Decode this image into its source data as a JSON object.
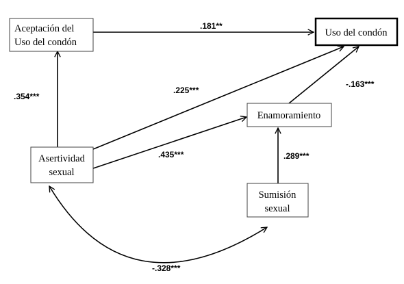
{
  "nodes": {
    "aceptacion": {
      "line1": "Aceptación del",
      "line2": "Uso del condón"
    },
    "uso": {
      "label": "Uso del condón"
    },
    "asertividad": {
      "line1": "Asertividad",
      "line2": "sexual"
    },
    "enamoramiento": {
      "label": "Enamoramiento"
    },
    "sumision": {
      "line1": "Sumisión",
      "line2": "sexual"
    }
  },
  "paths": {
    "aceptacion_uso": ".181**",
    "asertividad_aceptacion": ".354***",
    "asertividad_uso": ".225***",
    "enamoramiento_uso": "-.163***",
    "asertividad_enamoramiento": ".435***",
    "sumision_enamoramiento": ".289***",
    "asertividad_sumision_covariance": "-.328***"
  }
}
